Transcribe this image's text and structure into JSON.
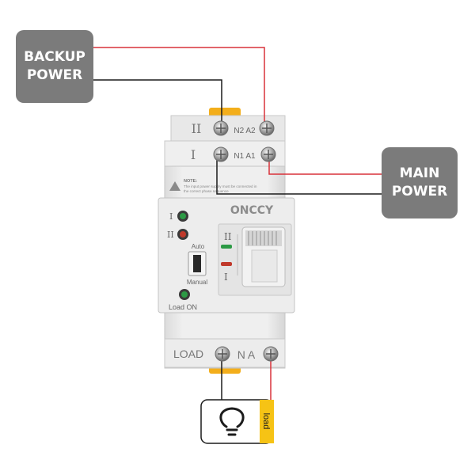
{
  "labels": {
    "backup_power": [
      "BACKUP",
      "POWER"
    ],
    "main_power": [
      "MAIN",
      "POWER"
    ]
  },
  "device": {
    "brand": "ONCCY",
    "source_2_mark": "II",
    "source_1_mark": "I",
    "terminals_top_2": "N2 A2",
    "terminals_top_1": "N1 A1",
    "note_title": "NOTE:",
    "note_line_1": "The input power supply must be connected in",
    "note_line_2": "the correct phase sequence",
    "indicator_1": "I",
    "indicator_2": "II",
    "mode_auto": "Auto",
    "mode_manual": "Manual",
    "load_on": "Load ON",
    "handle_top_mark": "II",
    "handle_bottom_mark": "I",
    "bottom_load": "LOAD",
    "bottom_terminals": "N A"
  },
  "load_tag": "load",
  "icons": {
    "load_symbol": "lightbulb-icon",
    "warning": "warning-triangle-icon",
    "screw": "terminal-screw-icon"
  },
  "colors": {
    "label_box": "#7b7b7b",
    "live_wire": "#d9323a",
    "neutral_wire": "#1c1c1c",
    "device_body": "#ebebeb",
    "din_clip": "#f3ae1b",
    "load_tag": "#f6c315",
    "led_green": "#2c9a45",
    "led_red": "#c0392b"
  }
}
